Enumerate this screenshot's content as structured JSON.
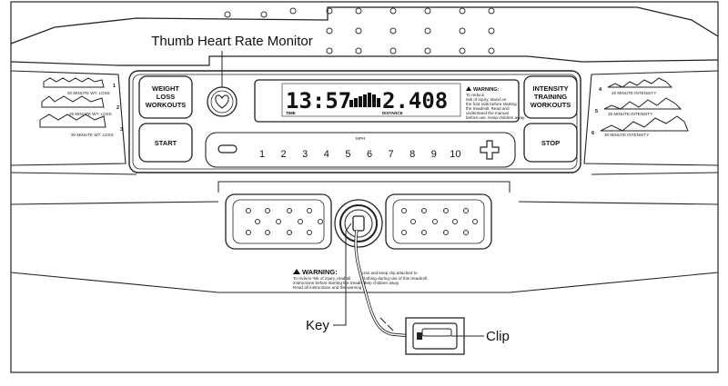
{
  "callouts": {
    "thumb_heart_rate_monitor": "Thumb Heart Rate Monitor",
    "key": "Key",
    "clip": "Clip"
  },
  "buttons": {
    "weight_loss_workouts": [
      "WEIGHT",
      "LOSS",
      "WORKOUTS"
    ],
    "start": "START",
    "intensity_training_workouts": [
      "INTENSITY",
      "TRAINING",
      "WORKOUTS"
    ],
    "stop": "STOP"
  },
  "display": {
    "time_value": "13:57",
    "distance_value": "2.408",
    "time_label": "TIME",
    "distance_label": "DISTANCE",
    "warning_title": "WARNING:",
    "warning_lines": [
      "To reduce",
      "risk of injury, stand on",
      "the foot rails before starting",
      "the treadmill. Read and",
      "understand the manual",
      "before use. Keep children away."
    ]
  },
  "speed_keys": {
    "minus_icon": "minus-icon",
    "plus_icon": "plus-icon",
    "mph_label": "MPH",
    "numbers": [
      "1",
      "2",
      "3",
      "4",
      "5",
      "6",
      "7",
      "8",
      "9",
      "10"
    ]
  },
  "left_workouts": [
    {
      "number": "1",
      "label": "20 MINUTE WT. LOSS"
    },
    {
      "number": "2",
      "label": "25 MINUTE WT. LOSS"
    },
    {
      "number": "3",
      "label": "30 MINUTE WT. LOSS"
    }
  ],
  "right_workouts": [
    {
      "number": "4",
      "label": "20 MINUTE INTENSITY"
    },
    {
      "number": "5",
      "label": "25 MINUTE INTENSITY"
    },
    {
      "number": "6",
      "label": "30 MINUTE INTENSITY"
    }
  ],
  "lower_warning": {
    "title": "WARNING:",
    "lines_left": [
      "To reduce risk of injury, read all",
      "instructions before starting the treadmill.",
      "Read all instructions and the warning"
    ],
    "lines_right": [
      "Use and keep clip attached to",
      "clothing during use of this treadmill.",
      "Keep children away."
    ]
  }
}
